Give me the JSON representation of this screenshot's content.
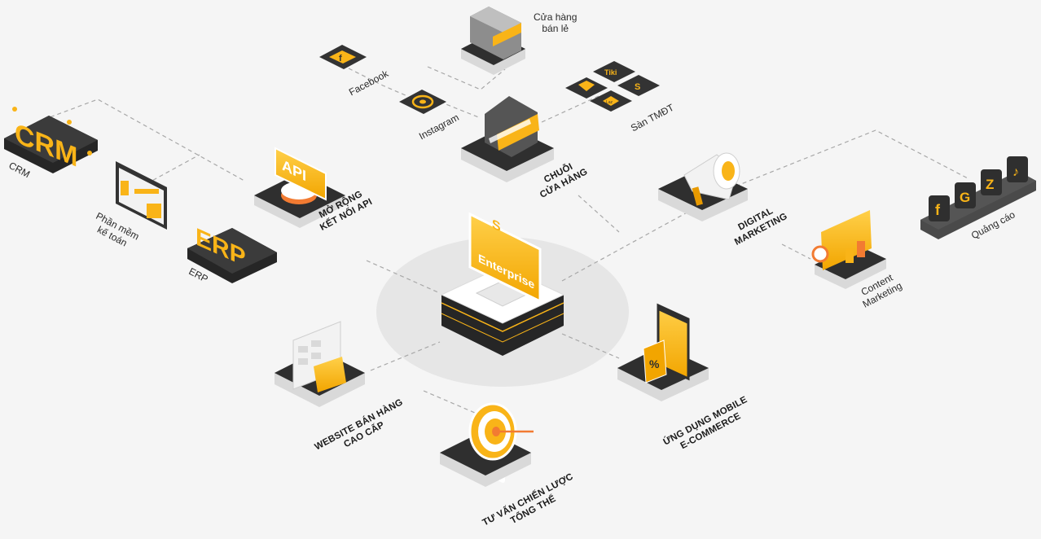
{
  "center": {
    "label": "Enterprise",
    "logo_letter": "S"
  },
  "nodes": {
    "retail_store": {
      "line1": "Cửa hàng",
      "line2": "bán lẻ"
    },
    "facebook": {
      "label": "Facebook"
    },
    "instagram": {
      "label": "Instagram"
    },
    "marketplace": {
      "label": "Sàn TMĐT",
      "tiki": "Tiki",
      "lazada": "Laz"
    },
    "crm": {
      "label": "CRM",
      "logo": "CRM"
    },
    "accounting": {
      "line1": "Phần mềm",
      "line2": "kế toán"
    },
    "erp": {
      "label": "ERP",
      "logo": "ERP"
    },
    "api": {
      "line1": "MỞ RỘNG",
      "line2": "KẾT NỐI API",
      "logo": "API"
    },
    "chain_store": {
      "line1": "CHUỖI",
      "line2": "CỬA HÀNG"
    },
    "digital_marketing": {
      "line1": "DIGITAL",
      "line2": "MARKETING"
    },
    "ads": {
      "label": "Quảng cáo"
    },
    "content_marketing": {
      "line1": "Content",
      "line2": "Marketing"
    },
    "website": {
      "line1": "WEBSITE BÁN HÀNG",
      "line2": "CAO CẤP"
    },
    "mobile_app": {
      "line1": "ỨNG DỤNG MOBILE",
      "line2": "E-COMMERCE"
    },
    "strategy": {
      "line1": "TƯ VẤN CHIẾN LƯỢC",
      "line2": "TỔNG THỂ"
    }
  },
  "colors": {
    "accent": "#f9b418",
    "accent_dark": "#e09a00",
    "tile_top": "#3b3b3b",
    "tile_side": "#242424",
    "connector": "#a8a8a8",
    "background": "#f5f5f5"
  },
  "icons": [
    "store-icon",
    "facebook-icon",
    "instagram-icon",
    "shopee-icon",
    "tiki-icon",
    "sendo-icon",
    "lazada-icon",
    "megaphone-icon",
    "google-icon",
    "zalo-icon",
    "tiktok-icon",
    "target-icon",
    "phone-icon",
    "browser-icon"
  ]
}
